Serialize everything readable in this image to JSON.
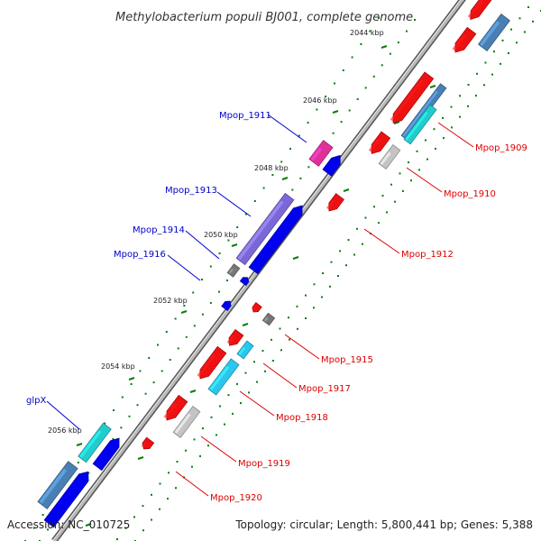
{
  "title": "Methylobacterium populi BJ001, complete genome",
  "footer": {
    "accession": "Accession: NC_010725",
    "summary": "Topology: circular; Length: 5,800,441 bp; Genes: 5,388"
  },
  "colors": {
    "backbone": "#8a8a8a",
    "tick": "#0a7d0a",
    "label_forward": "#0000cc",
    "label_reverse": "#dd0000"
  },
  "scale": {
    "unit": "kbp",
    "tick_labels": [
      "2044 kbp",
      "2046 kbp",
      "2048 kbp",
      "2050 kbp",
      "2052 kbp",
      "2054 kbp",
      "2056 kbp"
    ]
  },
  "features": [
    {
      "name": "Mpop_1909",
      "strand": "reverse"
    },
    {
      "name": "Mpop_1910",
      "strand": "reverse"
    },
    {
      "name": "Mpop_1911",
      "strand": "forward"
    },
    {
      "name": "Mpop_1912",
      "strand": "reverse"
    },
    {
      "name": "Mpop_1913",
      "strand": "forward"
    },
    {
      "name": "Mpop_1914",
      "strand": "forward"
    },
    {
      "name": "Mpop_1915",
      "strand": "reverse"
    },
    {
      "name": "Mpop_1916",
      "strand": "forward"
    },
    {
      "name": "Mpop_1917",
      "strand": "reverse"
    },
    {
      "name": "Mpop_1918",
      "strand": "reverse"
    },
    {
      "name": "glpX",
      "strand": "forward"
    },
    {
      "name": "Mpop_1919",
      "strand": "reverse"
    },
    {
      "name": "Mpop_1920",
      "strand": "reverse"
    }
  ]
}
